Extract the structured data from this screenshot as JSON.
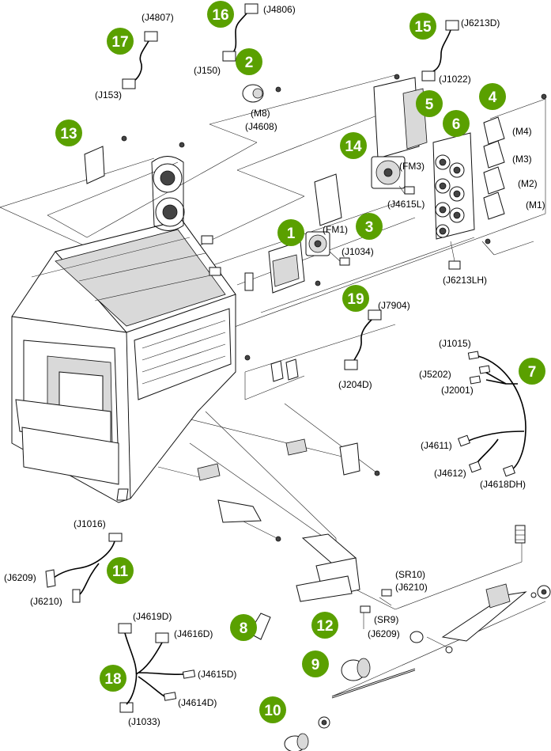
{
  "callout_color": "#5aa000",
  "callouts": [
    "1",
    "2",
    "3",
    "4",
    "5",
    "6",
    "7",
    "8",
    "9",
    "10",
    "11",
    "12",
    "13",
    "14",
    "15",
    "16",
    "17",
    "18",
    "19"
  ],
  "labels": {
    "j4807": "(J4807)",
    "j153": "(J153)",
    "j4806": "(J4806)",
    "j150": "(J150)",
    "m8": "(M8)",
    "j4608": "(J4608)",
    "j6213d": "(J6213D)",
    "j1022": "(J1022)",
    "m4": "(M4)",
    "m3": "(M3)",
    "m2": "(M2)",
    "m1": "(M1)",
    "fm3": "(FM3)",
    "j4615l": "(J4615L)",
    "fm1": "(FM1)",
    "j1034": "(J1034)",
    "j6213lh": "(J6213LH)",
    "j7904": "(J7904)",
    "j204d": "(J204D)",
    "j1015": "(J1015)",
    "j5202": "(J5202)",
    "j2001": "(J2001)",
    "j4611": "(J4611)",
    "j4612": "(J4612)",
    "j4618dh": "(J4618DH)",
    "j1016": "(J1016)",
    "j6209a": "(J6209)",
    "j6210a": "(J6210)",
    "sr10": "(SR10)",
    "j6210b": "(J6210)",
    "sr9": "(SR9)",
    "j6209b": "(J6209)",
    "j4619d": "(J4619D)",
    "j4616d": "(J4616D)",
    "j4615d": "(J4615D)",
    "j4614d": "(J4614D)",
    "j1033": "(J1033)"
  }
}
